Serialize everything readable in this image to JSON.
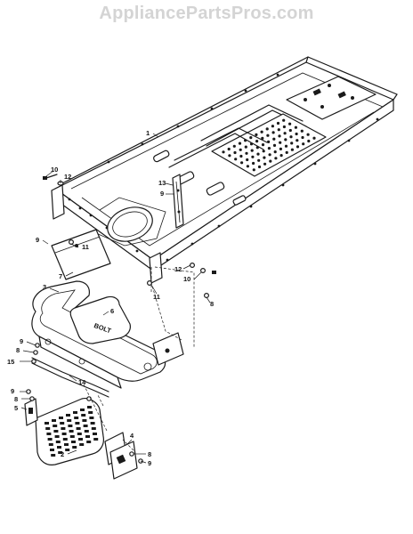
{
  "header": {
    "watermark": "AppliancePartsPros.com"
  },
  "callouts": [
    {
      "id": "c1",
      "text": "1"
    },
    {
      "id": "c10a",
      "text": "10"
    },
    {
      "id": "c12a",
      "text": "12"
    },
    {
      "id": "c13",
      "text": "13"
    },
    {
      "id": "c9a",
      "text": "9"
    },
    {
      "id": "c9b",
      "text": "9"
    },
    {
      "id": "c11a",
      "text": "11"
    },
    {
      "id": "c7",
      "text": "7"
    },
    {
      "id": "c12b",
      "text": "12"
    },
    {
      "id": "c10b",
      "text": "10"
    },
    {
      "id": "c11b",
      "text": "11"
    },
    {
      "id": "c8a",
      "text": "8"
    },
    {
      "id": "c3",
      "text": "3"
    },
    {
      "id": "c6",
      "text": "6"
    },
    {
      "id": "c9c",
      "text": "9"
    },
    {
      "id": "c8b",
      "text": "8"
    },
    {
      "id": "c15",
      "text": "15"
    },
    {
      "id": "c14",
      "text": "14"
    },
    {
      "id": "c9d",
      "text": "9"
    },
    {
      "id": "c8c",
      "text": "8"
    },
    {
      "id": "c5",
      "text": "5"
    },
    {
      "id": "c4",
      "text": "4"
    },
    {
      "id": "c2",
      "text": "2"
    },
    {
      "id": "c9e",
      "text": "9"
    },
    {
      "id": "c8d",
      "text": "8"
    }
  ],
  "parts": {
    "stamp_text": "BOLT"
  }
}
